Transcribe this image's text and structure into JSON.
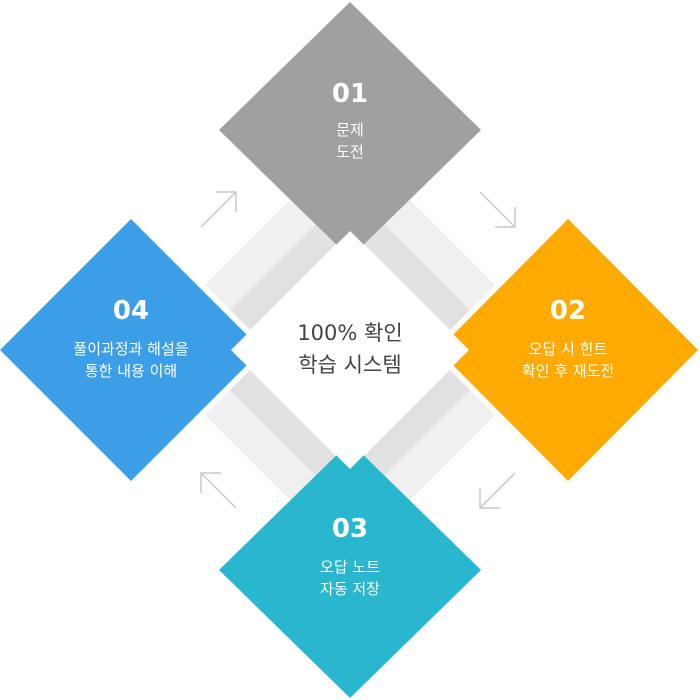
{
  "center": {
    "line1": "100% 확인",
    "line2": "학습 시스템",
    "color": "#ffffff"
  },
  "steps": [
    {
      "number": "01",
      "text": "문제\n도전",
      "color": "#a0a0a0"
    },
    {
      "number": "02",
      "text": "오답 시 힌트\n확인 후 재도전",
      "color": "#ffaa00"
    },
    {
      "number": "03",
      "text": "오답 노트\n자동 저장",
      "color": "#29b6cf"
    },
    {
      "number": "04",
      "text": "풀이과정과 해설을\n통한 내용 이해",
      "color": "#3d9ee8"
    }
  ],
  "colors": {
    "band_light": "#f0f0f0",
    "band_mid": "#e2e2e2",
    "arrow": "#c8c8c8"
  }
}
